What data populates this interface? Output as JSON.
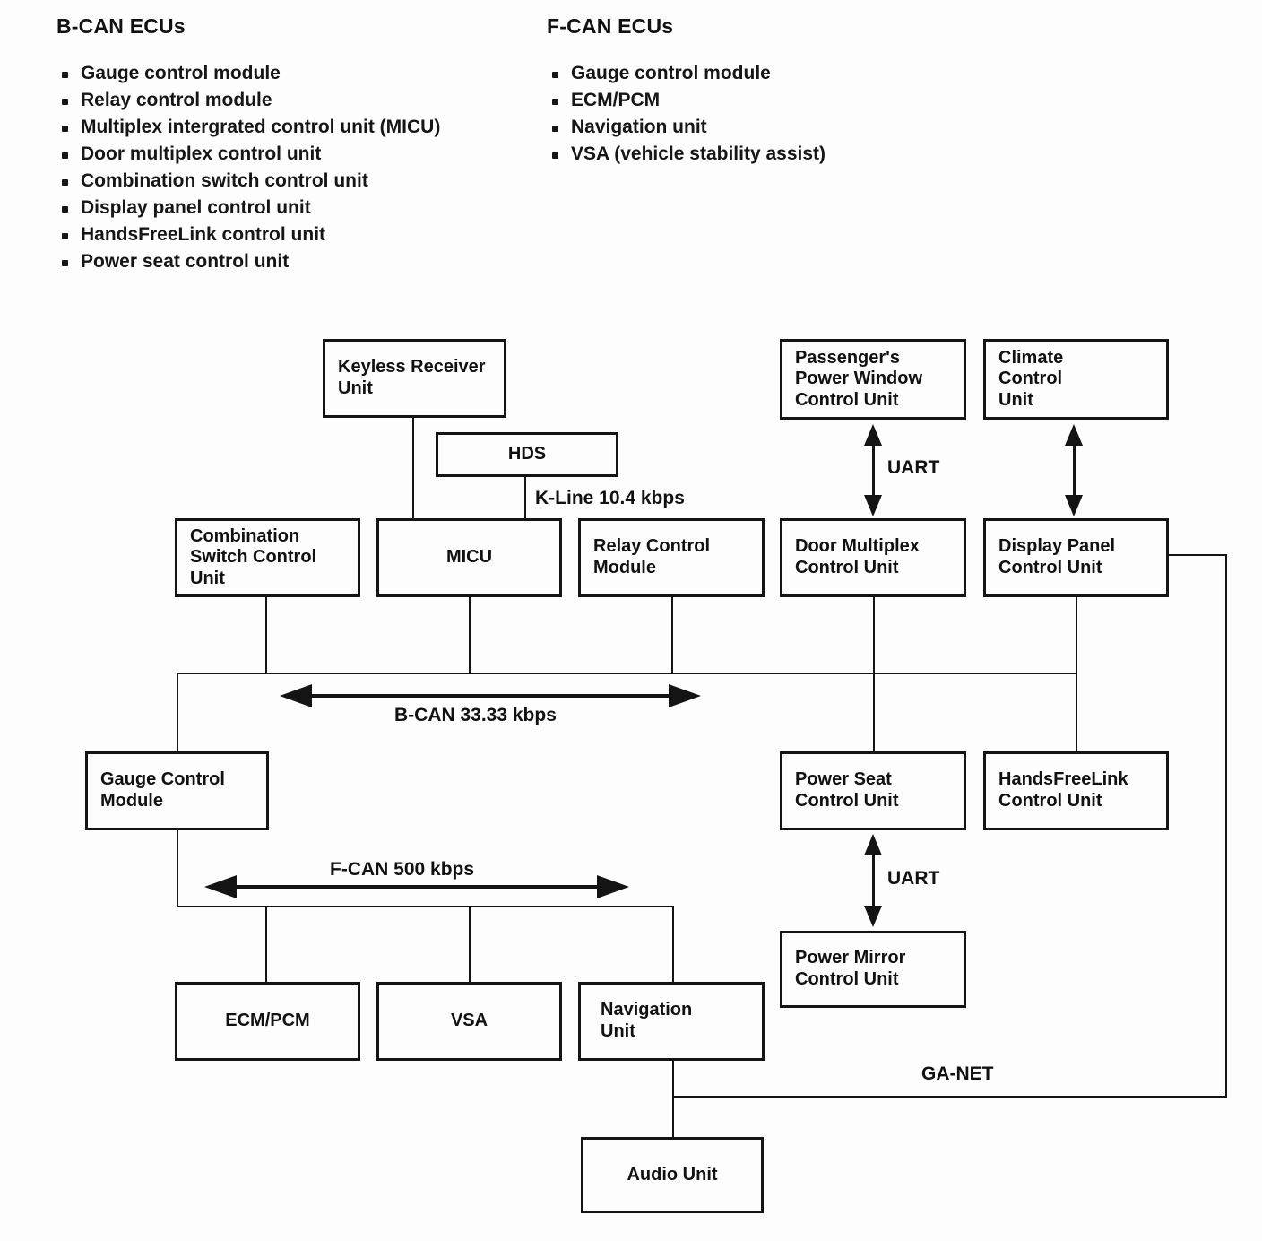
{
  "lists": {
    "b_can": {
      "title": "B-CAN ECUs",
      "items": [
        "Gauge control module",
        "Relay control module",
        "Multiplex intergrated control unit (MICU)",
        "Door multiplex control unit",
        "Combination switch control unit",
        "Display panel control unit",
        "HandsFreeLink control unit",
        "Power seat control unit"
      ]
    },
    "f_can": {
      "title": "F-CAN ECUs",
      "items": [
        "Gauge control module",
        "ECM/PCM",
        "Navigation unit",
        "VSA (vehicle stability assist)"
      ]
    }
  },
  "diagram": {
    "boxes": {
      "keyless": {
        "label": "Keyless Receiver\nUnit"
      },
      "hds": {
        "label": "HDS"
      },
      "passenger_window": {
        "label": "Passenger's\nPower Window\nControl Unit"
      },
      "climate": {
        "label": "Climate\nControl\nUnit"
      },
      "comb_switch": {
        "label": "Combination\nSwitch Control\nUnit"
      },
      "micu": {
        "label": "MICU"
      },
      "relay": {
        "label": "Relay Control\nModule"
      },
      "door_multiplex": {
        "label": "Door Multiplex\nControl Unit"
      },
      "display_panel": {
        "label": "Display Panel\nControl Unit"
      },
      "gauge": {
        "label": "Gauge Control\nModule"
      },
      "power_seat": {
        "label": "Power Seat\nControl Unit"
      },
      "handsfreelink": {
        "label": "HandsFreeLink\nControl Unit"
      },
      "power_mirror": {
        "label": "Power Mirror\nControl Unit"
      },
      "ecm_pcm": {
        "label": "ECM/PCM"
      },
      "vsa": {
        "label": "VSA"
      },
      "navigation": {
        "label": "Navigation\nUnit"
      },
      "audio": {
        "label": "Audio Unit"
      }
    },
    "labels": {
      "k_line": "K-Line 10.4 kbps",
      "b_can_bus": "B-CAN 33.33 kbps",
      "f_can_bus": "F-CAN 500 kbps",
      "uart_upper": "UART",
      "uart_lower": "UART",
      "ga_net": "GA-NET"
    },
    "colors": {
      "ink": "#141414",
      "background": "#fdfdfd"
    }
  }
}
